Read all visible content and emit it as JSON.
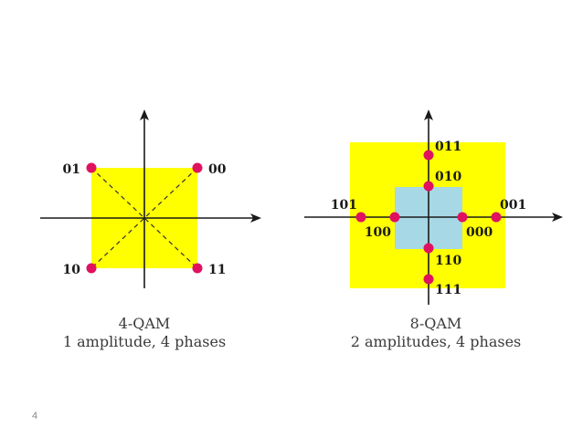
{
  "colors": {
    "outer_square": "#ffff00",
    "inner_square": "#a6d8e6",
    "point": "#e0115f",
    "axis": "#1a1a1a"
  },
  "diagram_4qam": {
    "title": "4-QAM",
    "subtitle": "1 amplitude, 4 phases",
    "points": [
      {
        "label": "00",
        "i": 1,
        "q": 1
      },
      {
        "label": "01",
        "i": -1,
        "q": 1
      },
      {
        "label": "10",
        "i": -1,
        "q": -1
      },
      {
        "label": "11",
        "i": 1,
        "q": -1
      }
    ]
  },
  "diagram_8qam": {
    "title": "8-QAM",
    "subtitle": "2 amplitudes, 4 phases",
    "points": [
      {
        "label": "001",
        "i": 2,
        "q": 0
      },
      {
        "label": "011",
        "i": 0,
        "q": 2
      },
      {
        "label": "101",
        "i": -2,
        "q": 0
      },
      {
        "label": "111",
        "i": 0,
        "q": -2
      },
      {
        "label": "000",
        "i": 1,
        "q": 0
      },
      {
        "label": "010",
        "i": 0,
        "q": 1
      },
      {
        "label": "100",
        "i": -1,
        "q": 0
      },
      {
        "label": "110",
        "i": 0,
        "q": -1
      }
    ]
  },
  "page_number": "4"
}
